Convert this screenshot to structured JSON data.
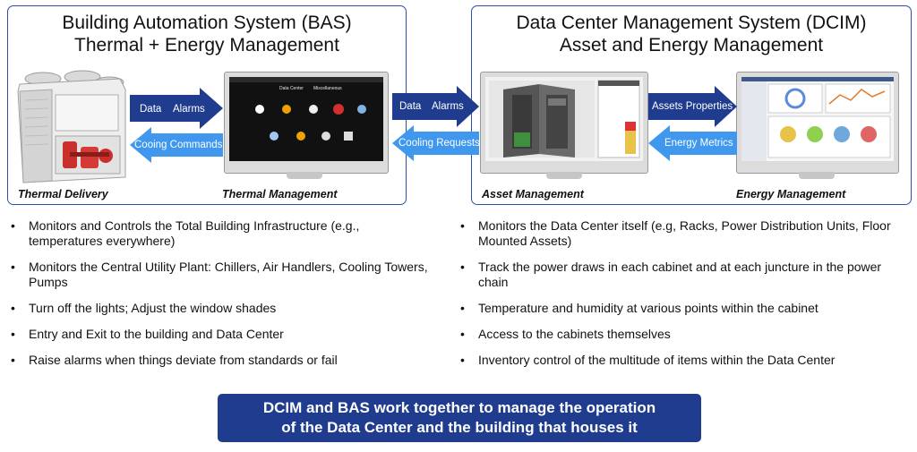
{
  "bas": {
    "title_line1": "Building Automation System (BAS)",
    "title_line2": "Thermal + Energy Management",
    "caption_delivery": "Thermal Delivery",
    "caption_management": "Thermal Management",
    "arrow_data": "Data",
    "arrow_alarms": "Alarms",
    "arrow_commands": "Cooing Commands",
    "screen_title1": "Data Center",
    "screen_title2": "Miscellaneous"
  },
  "dcim": {
    "title_line1": "Data Center Management System (DCIM)",
    "title_line2": "Asset and Energy Management",
    "caption_asset": "Asset Management",
    "caption_energy": "Energy Management",
    "arrow_assets": "Assets Properties",
    "arrow_metrics": "Energy Metrics"
  },
  "link": {
    "arrow_data": "Data",
    "arrow_alarms": "Alarms",
    "arrow_requests": "Cooling Requests"
  },
  "bas_bullets": [
    "Monitors and Controls the Total Building Infrastructure (e.g., temperatures everywhere)",
    "Monitors the Central Utility Plant: Chillers, Air Handlers, Cooling Towers, Pumps",
    "Turn off the lights; Adjust the window shades",
    "Entry and Exit to the building and Data Center",
    "Raise alarms when things deviate from standards or fail"
  ],
  "dcim_bullets": [
    "Monitors the Data Center itself (e.g, Racks, Power Distribution Units, Floor Mounted Assets)",
    "Track the power draws in each cabinet and at each juncture in the power chain",
    "Temperature and humidity at various points within the cabinet",
    "Access to the cabinets themselves",
    "Inventory control of the multitude of items within the Data Center"
  ],
  "summary": {
    "line1": "DCIM and BAS work together to manage the operation",
    "line2": "of the Data Center and the building that houses it"
  },
  "colors": {
    "arrow_right": "#1f3c8e",
    "arrow_left": "#3f97ee",
    "panel_border": "#2e4fa8"
  }
}
